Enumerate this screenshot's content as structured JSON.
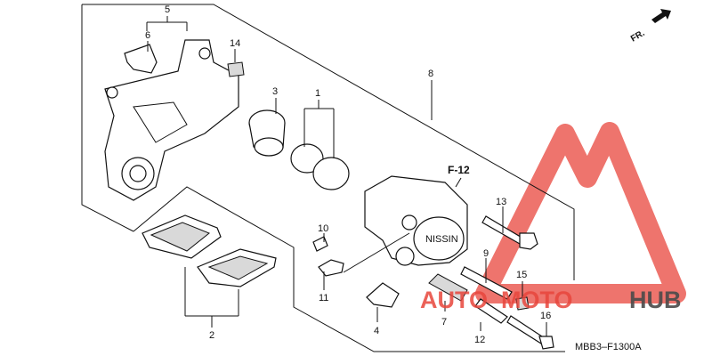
{
  "diagram": {
    "code": "MBB3–F1300A",
    "forward_label": "FR.",
    "reference_label": "F-12",
    "caliper_mark": "NISSIN",
    "callouts": [
      {
        "id": "c1",
        "label": "1"
      },
      {
        "id": "c2",
        "label": "2"
      },
      {
        "id": "c3",
        "label": "3"
      },
      {
        "id": "c4",
        "label": "4"
      },
      {
        "id": "c5",
        "label": "5"
      },
      {
        "id": "c6",
        "label": "6"
      },
      {
        "id": "c7",
        "label": "7"
      },
      {
        "id": "c8",
        "label": "8"
      },
      {
        "id": "c9",
        "label": "9"
      },
      {
        "id": "c10",
        "label": "10"
      },
      {
        "id": "c11",
        "label": "11"
      },
      {
        "id": "c12",
        "label": "12"
      },
      {
        "id": "c13",
        "label": "13"
      },
      {
        "id": "c14",
        "label": "14"
      },
      {
        "id": "c15",
        "label": "15"
      },
      {
        "id": "c16",
        "label": "16"
      }
    ]
  },
  "watermark": {
    "part1": "AUTO",
    "part2": "MOTO",
    "part3": "HUB",
    "color_primary": "#e8463c",
    "color_secondary": "#4a4a4a"
  }
}
